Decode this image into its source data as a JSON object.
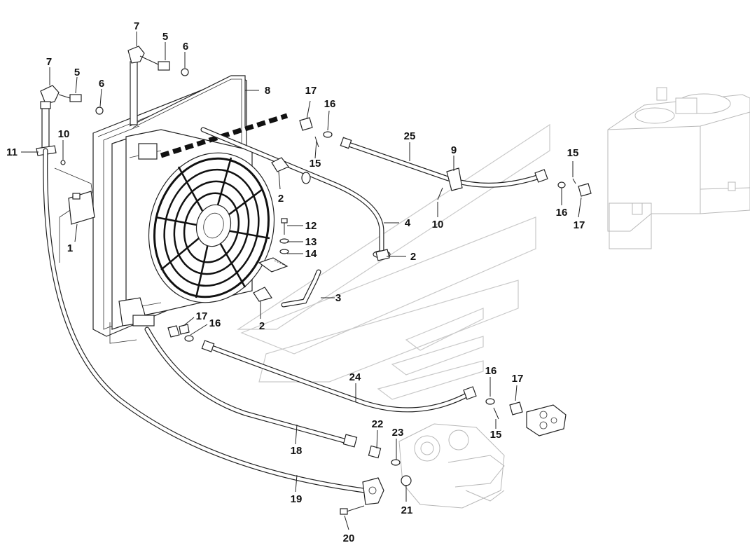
{
  "callouts": [
    {
      "id": "c1",
      "text": "1"
    },
    {
      "id": "c2a",
      "text": "2"
    },
    {
      "id": "c2b",
      "text": "2"
    },
    {
      "id": "c2c",
      "text": "2"
    },
    {
      "id": "c3",
      "text": "3"
    },
    {
      "id": "c4",
      "text": "4"
    },
    {
      "id": "c5a",
      "text": "5"
    },
    {
      "id": "c5b",
      "text": "5"
    },
    {
      "id": "c6a",
      "text": "6"
    },
    {
      "id": "c6b",
      "text": "6"
    },
    {
      "id": "c7a",
      "text": "7"
    },
    {
      "id": "c7b",
      "text": "7"
    },
    {
      "id": "c8",
      "text": "8"
    },
    {
      "id": "c9",
      "text": "9"
    },
    {
      "id": "c10a",
      "text": "10"
    },
    {
      "id": "c10b",
      "text": "10"
    },
    {
      "id": "c11",
      "text": "11"
    },
    {
      "id": "c12",
      "text": "12"
    },
    {
      "id": "c13",
      "text": "13"
    },
    {
      "id": "c14",
      "text": "14"
    },
    {
      "id": "c15a",
      "text": "15"
    },
    {
      "id": "c15b",
      "text": "15"
    },
    {
      "id": "c15c",
      "text": "15"
    },
    {
      "id": "c16a",
      "text": "16"
    },
    {
      "id": "c16b",
      "text": "16"
    },
    {
      "id": "c16c",
      "text": "16"
    },
    {
      "id": "c16d",
      "text": "16"
    },
    {
      "id": "c17a",
      "text": "17"
    },
    {
      "id": "c17b",
      "text": "17"
    },
    {
      "id": "c17c",
      "text": "17"
    },
    {
      "id": "c17d",
      "text": "17"
    },
    {
      "id": "c18",
      "text": "18"
    },
    {
      "id": "c19",
      "text": "19"
    },
    {
      "id": "c20",
      "text": "20"
    },
    {
      "id": "c21",
      "text": "21"
    },
    {
      "id": "c22",
      "text": "22"
    },
    {
      "id": "c23",
      "text": "23"
    },
    {
      "id": "c24",
      "text": "24"
    },
    {
      "id": "c25",
      "text": "25"
    }
  ]
}
